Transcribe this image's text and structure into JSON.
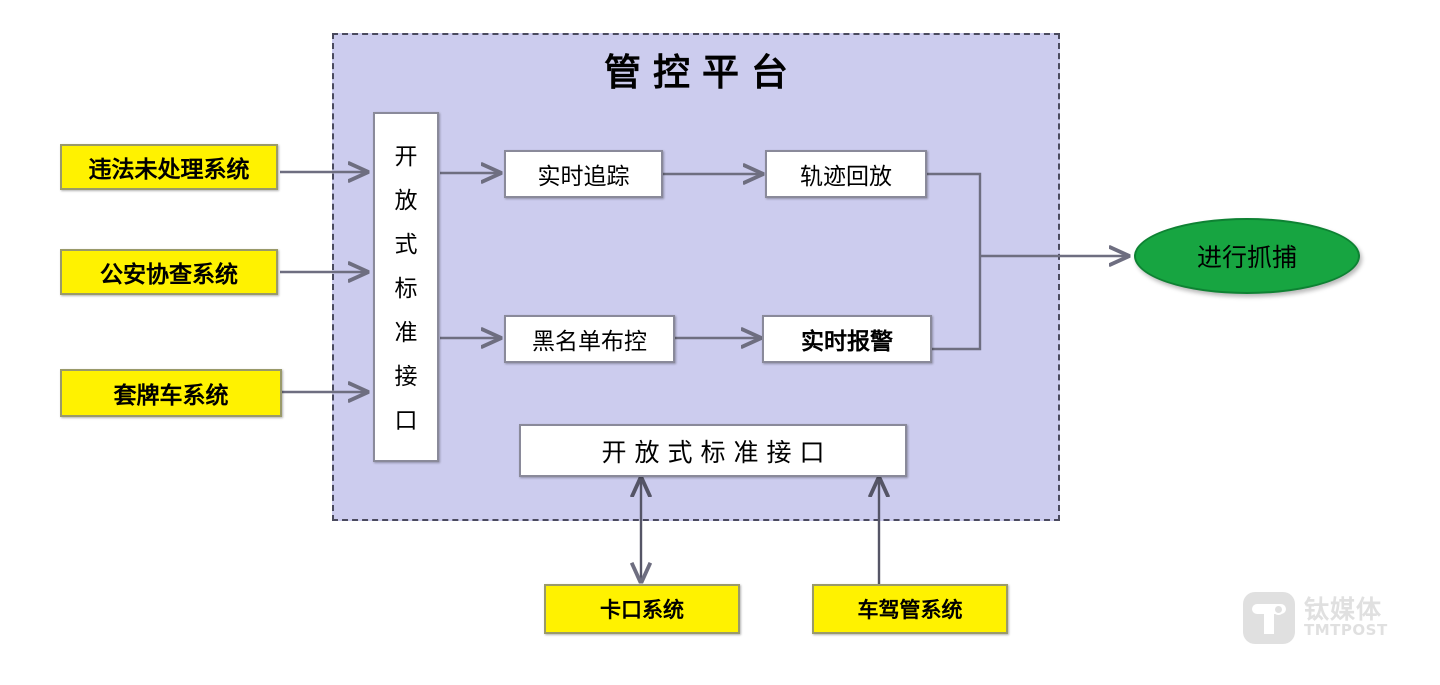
{
  "diagram": {
    "title": "管控平台",
    "platform_label": "管控平台",
    "sources_left": [
      {
        "label": "违法未处理系统"
      },
      {
        "label": "公安协查系统"
      },
      {
        "label": "套牌车系统"
      }
    ],
    "gateway": {
      "label": "开放式标准接口",
      "chars": [
        "开",
        "放",
        "式",
        "标",
        "准",
        "接",
        "口"
      ]
    },
    "process_top": [
      {
        "label": "实时追踪"
      },
      {
        "label": "轨迹回放"
      }
    ],
    "process_bottom": [
      {
        "label": "黑名单布控"
      },
      {
        "label": "实时报警"
      }
    ],
    "interface_box": {
      "label": "开放式标准接口"
    },
    "sources_bottom": [
      {
        "label": "卡口系统"
      },
      {
        "label": "车驾管系统"
      }
    ],
    "outcome": {
      "label": "进行抓捕"
    },
    "colors": {
      "platform_fill": "#ccccee",
      "platform_border": "#4a4a5e",
      "source_fill": "#fff200",
      "source_border": "#9a9a6a",
      "node_fill": "#ffffff",
      "node_border": "#8a8a9a",
      "outcome_fill": "#17a541",
      "connector": "#6e6e80"
    }
  },
  "watermark": {
    "cn": "钛媒体",
    "en": "TMTPOST",
    "logo_letter": "T"
  }
}
